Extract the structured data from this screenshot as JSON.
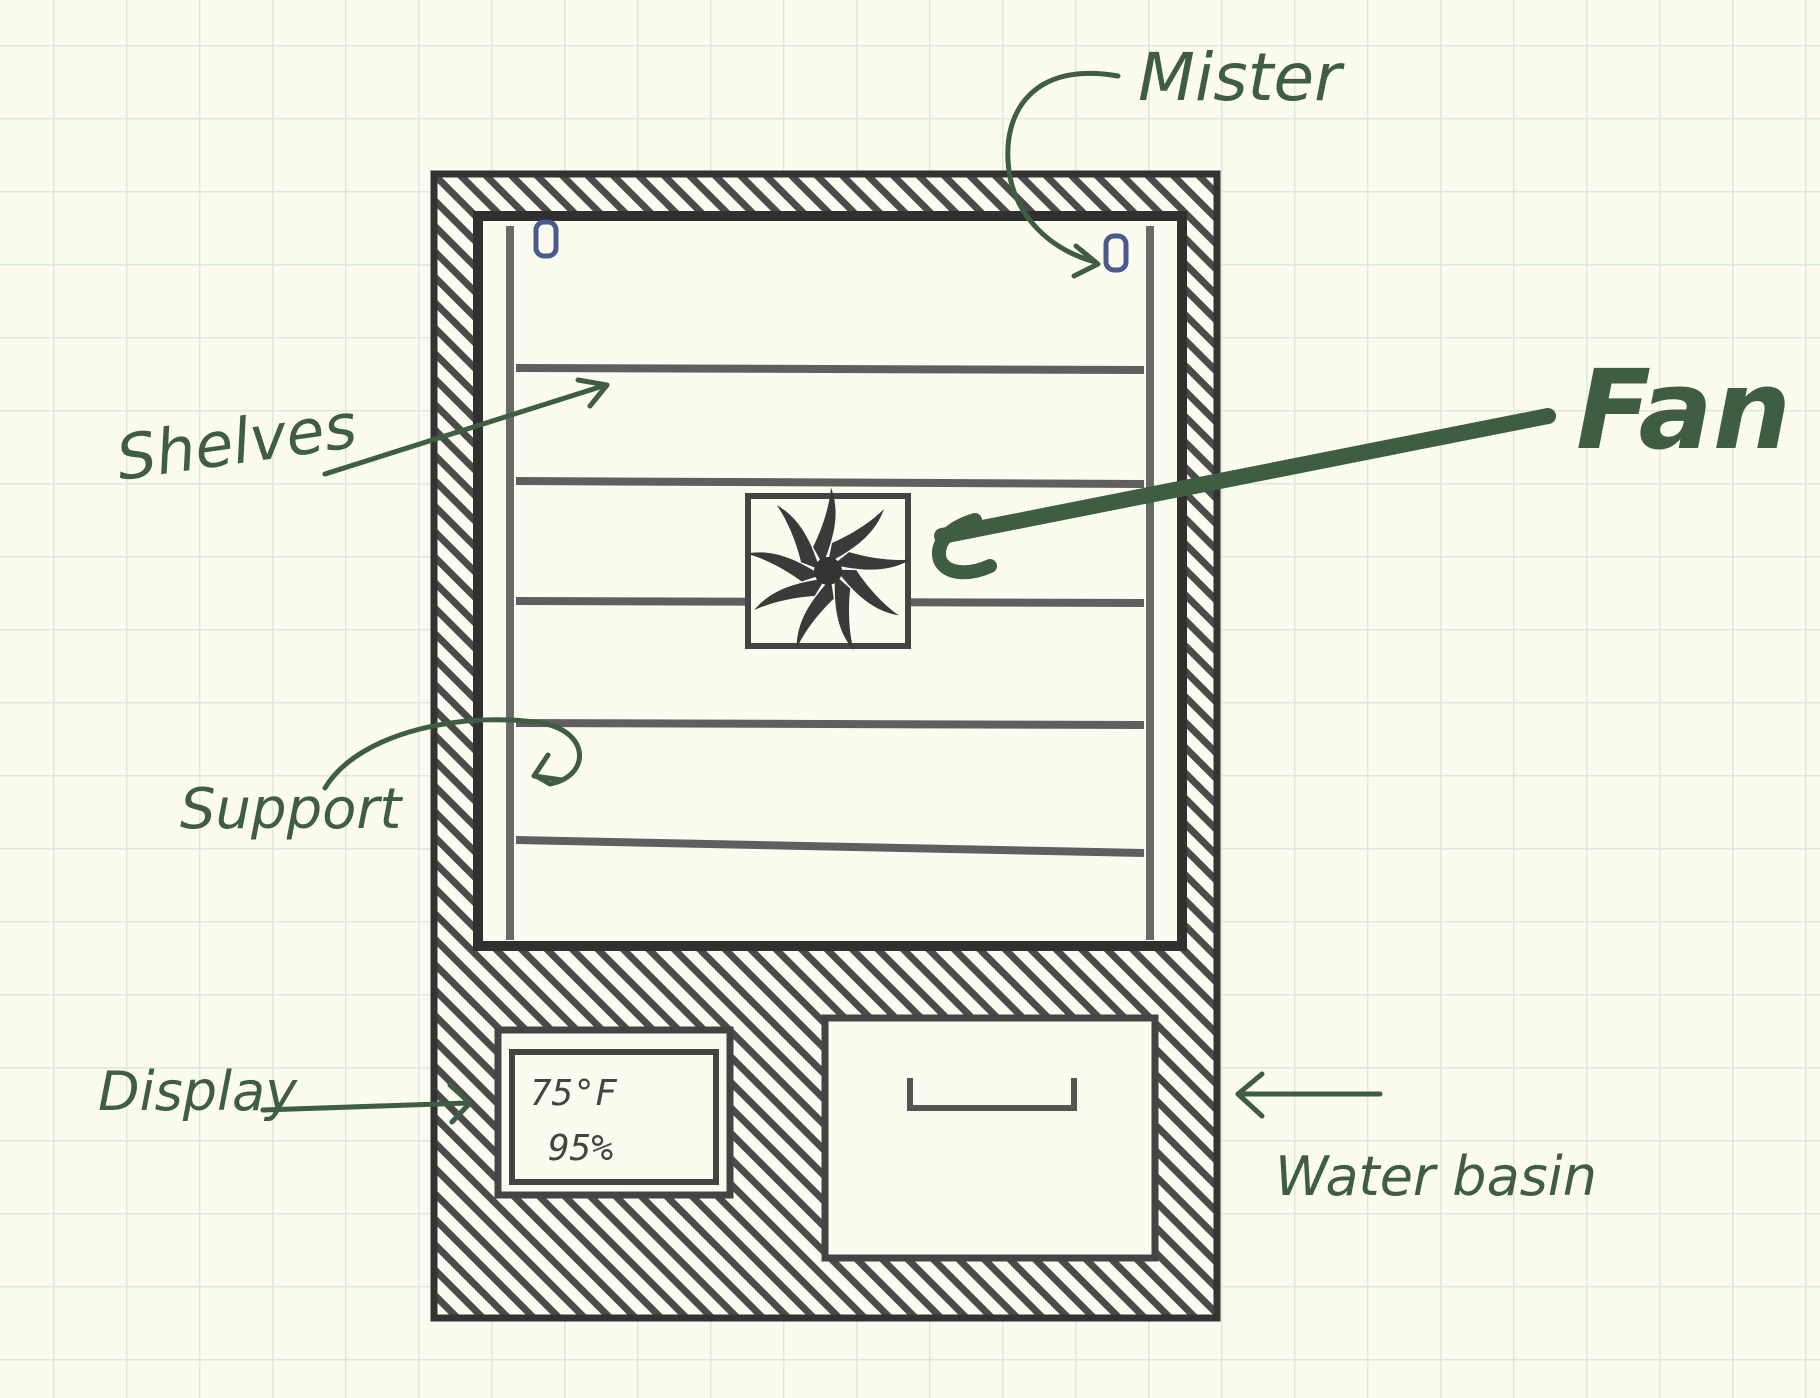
{
  "labels": {
    "mister": "Mister",
    "fan": "Fan",
    "shelves": "Shelves",
    "support": "Support",
    "display": "Display",
    "water_basin": "Water basin"
  },
  "display_readout": {
    "temperature": "75°F",
    "humidity": "95%"
  },
  "shelf_count": 5,
  "fan_blade_count": 9,
  "colors": {
    "ink_label": "#3e5d42",
    "ink_structure": "#3a3a3a",
    "shelf": "#5f5f5f",
    "mister_nozzle": "#4a5a8c",
    "paper": "#fbfbf0",
    "grid": "#dfe8dc"
  }
}
